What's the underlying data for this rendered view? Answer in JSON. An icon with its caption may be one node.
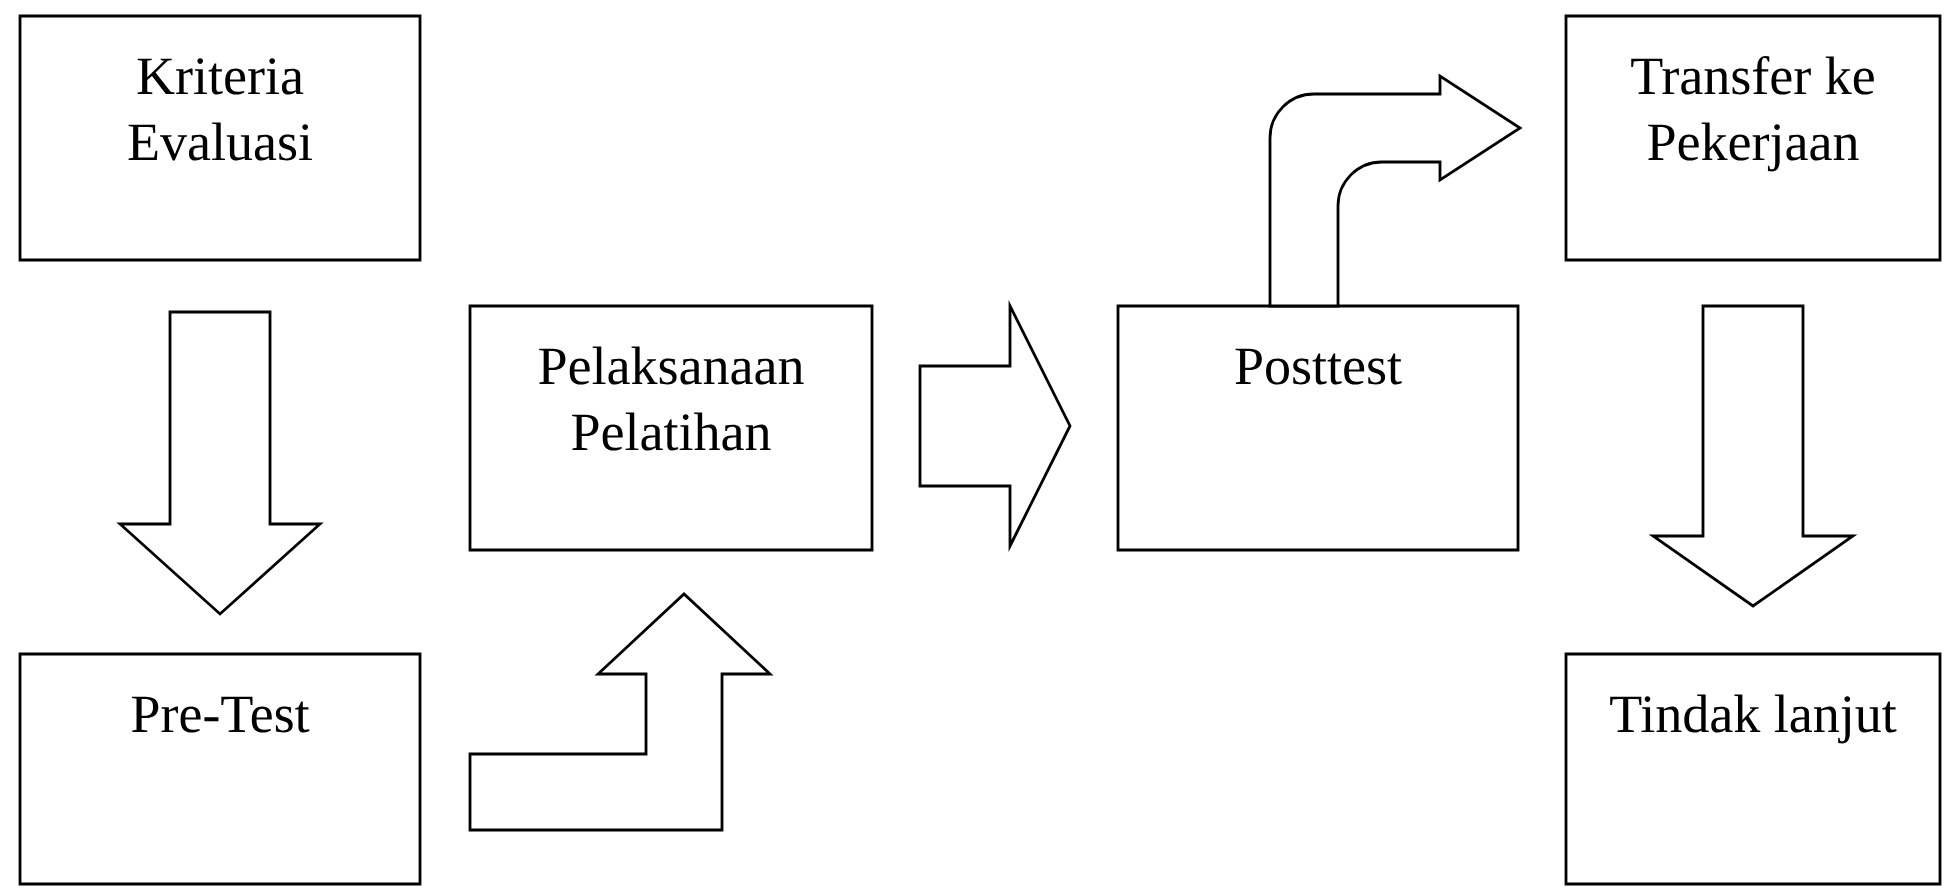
{
  "diagram": {
    "nodes": [
      {
        "text": [
          "Kriteria Evaluasi"
        ]
      },
      {
        "text": [
          "Pre-Test"
        ]
      },
      {
        "text": [
          "Pelaksanaan Pelatihan"
        ]
      },
      {
        "text": [
          "Posttest"
        ]
      },
      {
        "text": [
          "Transfer ke Pekerjaan"
        ]
      },
      {
        "text": [
          "Tindak lanjut"
        ]
      }
    ],
    "edges": [
      {
        "from": 0,
        "to": 1,
        "arrow": "to"
      },
      {
        "from": 1,
        "to": 2,
        "arrow": "to"
      },
      {
        "from": 2,
        "to": 3,
        "arrow": "to"
      },
      {
        "from": 3,
        "to": 4,
        "arrow": "to"
      },
      {
        "from": 4,
        "to": 5,
        "arrow": "to"
      }
    ]
  }
}
